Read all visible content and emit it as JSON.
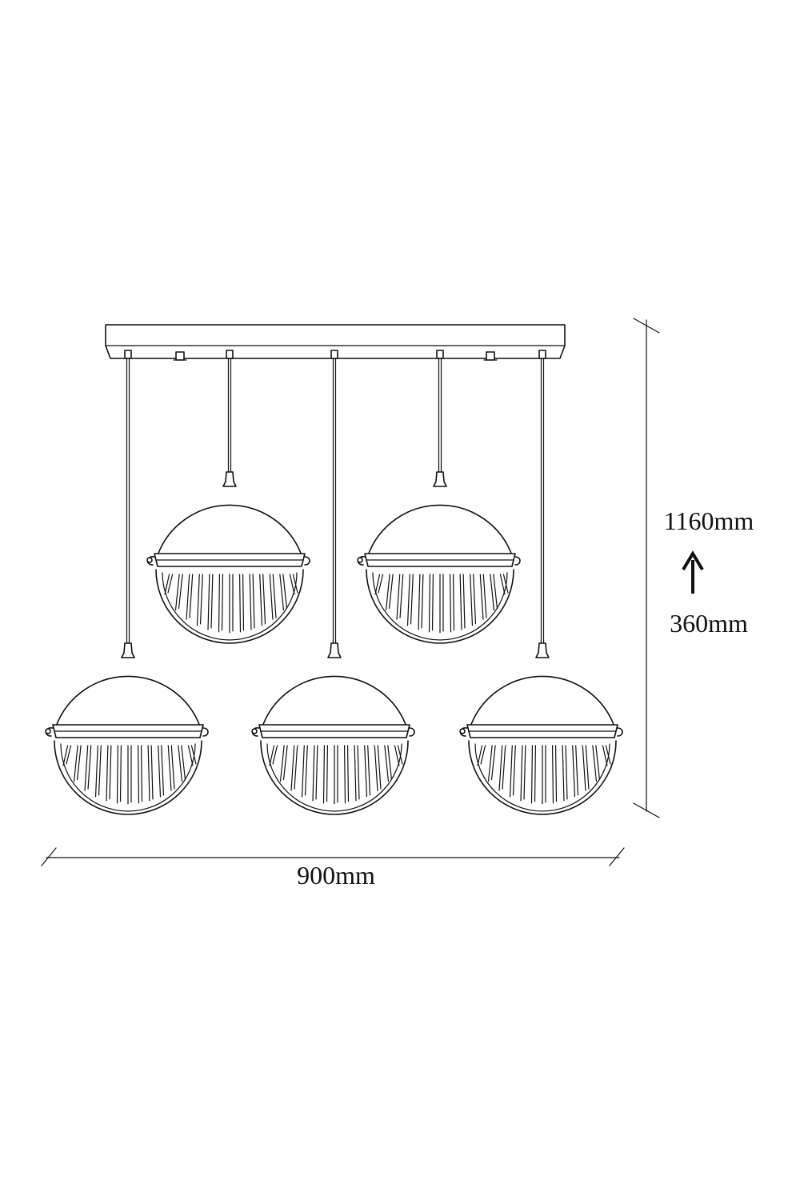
{
  "dimensions": {
    "width_label": "900mm",
    "height_max_label": "1160mm",
    "height_min_label": "360mm",
    "arrow_icon": "arrow-up-icon"
  },
  "fixture": {
    "pendant_count": 5,
    "line_color": "#111111",
    "background": "#ffffff"
  }
}
